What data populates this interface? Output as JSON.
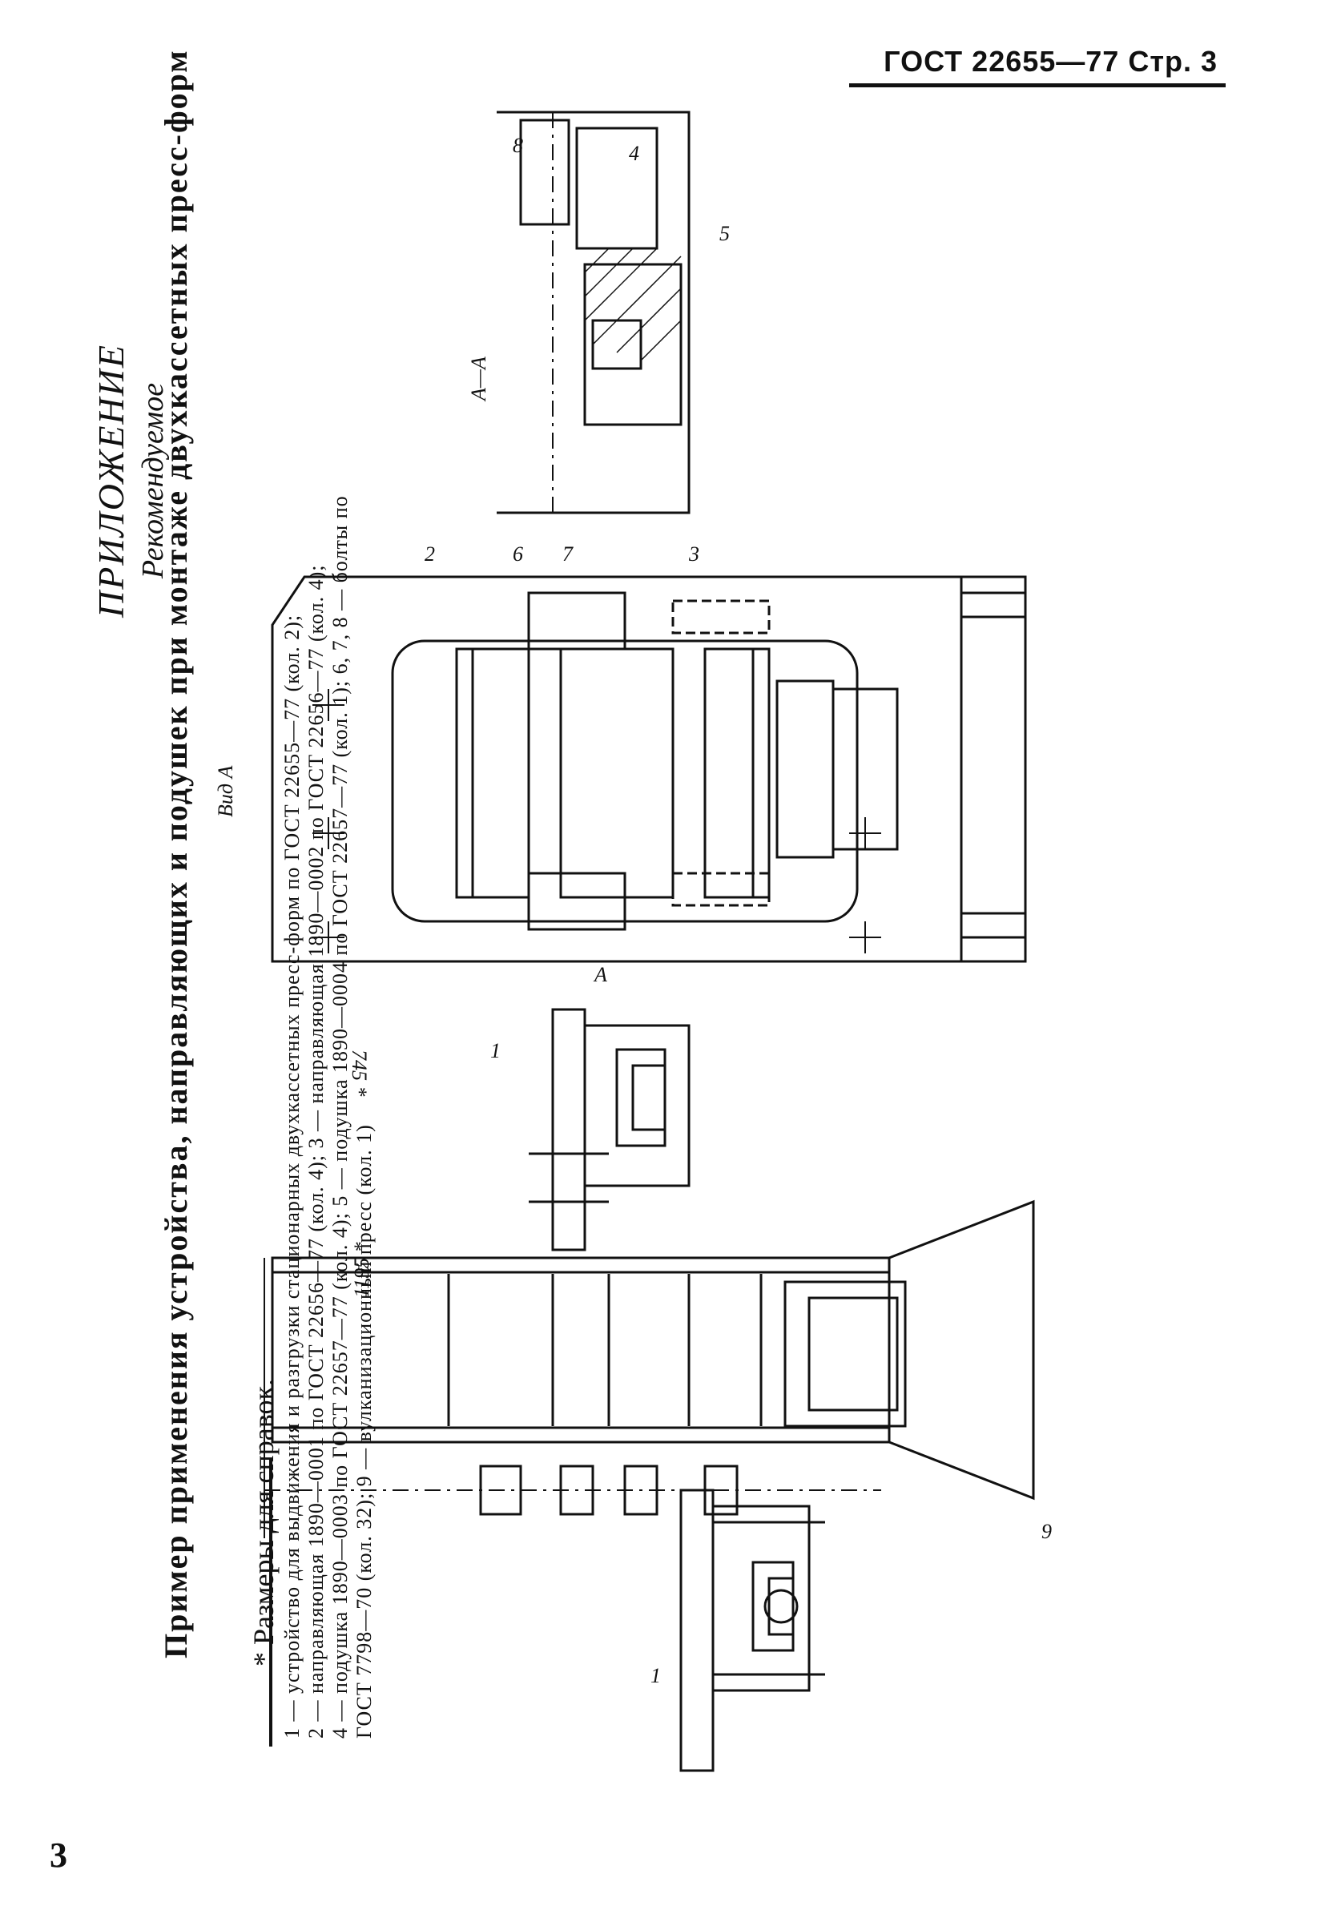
{
  "header": {
    "standard": "ГОСТ 22655—77",
    "page_label": "Стр. 3"
  },
  "appendix": {
    "title": "ПРИЛОЖЕНИЕ",
    "status": "Рекомендуемое",
    "heading": "Пример применения устройства, направляющих и подушек при монтаже двухкассетных пресс-форм"
  },
  "views": {
    "view_a": "Вид А",
    "section_aa": "А—А",
    "arrow_label": "А",
    "dims": [
      "1195 *",
      "745 *"
    ],
    "callouts": [
      "1",
      "1",
      "2",
      "3",
      "4",
      "5",
      "6",
      "7",
      "8",
      "9"
    ]
  },
  "notes": {
    "reference": "* Размеры для справок."
  },
  "legend": [
    "1 — устройство для выдвижения и разгрузки стационарных двухкассетных пресс-форм по ГОСТ 22655—77 (кол. 2);",
    "2 — направляющая 1890—0001 по ГОСТ 22656—77 (кол. 4); 3 — направляющая 1890—0002 по ГОСТ 22656—77 (кол. 4);",
    "4 — подушка 1890—0003 по ГОСТ 22657—77 (кол. 4); 5 — подушка 1890—0004 по ГОСТ 22657—77 (кол. 1); 6, 7, 8 — болты по",
    "ГОСТ 7798—70 (кол. 32); 9 — вулканизационный пресс (кол. 1)"
  ],
  "page_number": "3"
}
